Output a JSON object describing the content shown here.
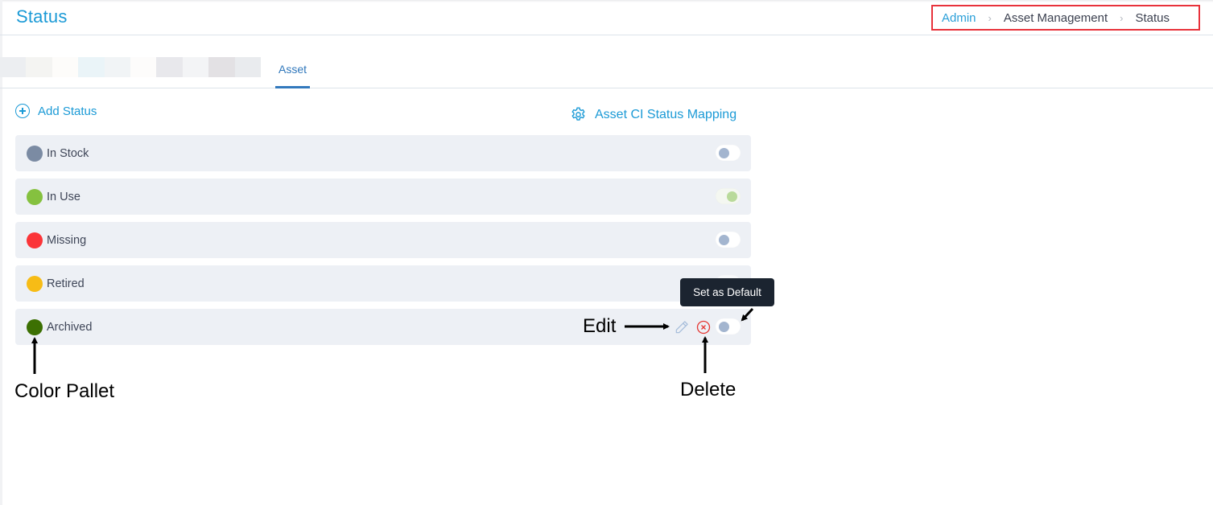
{
  "header": {
    "title": "Status",
    "breadcrumb": [
      {
        "label": "Admin",
        "link": true
      },
      {
        "label": "Asset Management",
        "link": false
      },
      {
        "label": "Status",
        "link": false
      }
    ],
    "breadcrumb_separator": "›"
  },
  "tabs": {
    "redacted_swatches": [
      "#eceef1",
      "#f4f4f2",
      "#fdfcfa",
      "#eaf4f8",
      "#f1f4f6",
      "#fdfcfb",
      "#e8e8ec",
      "#f3f4f6",
      "#e3e1e4",
      "#e9ebee"
    ],
    "active_tab": {
      "label": "Asset"
    }
  },
  "actions": {
    "add_status_label": "Add Status",
    "ci_mapping_label": "Asset CI Status Mapping"
  },
  "statuses": [
    {
      "name": "In Stock",
      "color": "#7b8ba3",
      "default": false
    },
    {
      "name": "In Use",
      "color": "#85c13f",
      "default": true
    },
    {
      "name": "Missing",
      "color": "#fb3438",
      "default": false
    },
    {
      "name": "Retired",
      "color": "#f7bc16",
      "default": false
    },
    {
      "name": "Archived",
      "color": "#3c7003",
      "default": false,
      "hovered": true
    }
  ],
  "tooltip": {
    "text": "Set as Default"
  },
  "annotations": {
    "edit": "Edit",
    "delete": "Delete",
    "color_pallet": "Color Pallet"
  },
  "colors": {
    "accent": "#1b9ad6",
    "highlight_box": "#e8323b",
    "row_bg": "#edf0f5",
    "tooltip_bg": "#1b2430",
    "delete_red": "#e53935",
    "edit_blue": "#a7bedb"
  }
}
